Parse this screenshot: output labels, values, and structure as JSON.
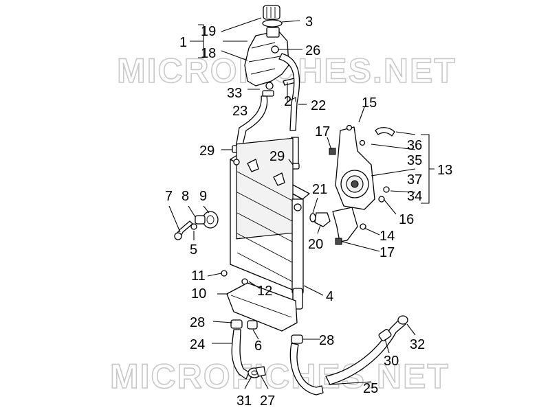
{
  "watermark": {
    "top": "MICROFICHES.NET",
    "bottom": "MICROFICHES.NET"
  },
  "labels": {
    "p1": "1",
    "p2": "2",
    "p3": "3",
    "p4": "4",
    "p5": "5",
    "p6": "6",
    "p7": "7",
    "p8": "8",
    "p9": "9",
    "p10": "10",
    "p11": "11",
    "p12": "12",
    "p13": "13",
    "p14": "14",
    "p15": "15",
    "p16": "16",
    "p17a": "17",
    "p17b": "17",
    "p18": "18",
    "p19": "19",
    "p20": "20",
    "p21": "21",
    "p22": "22",
    "p23": "23",
    "p24": "24",
    "p25": "25",
    "p26": "26",
    "p27": "27",
    "p28a": "28",
    "p28b": "28",
    "p29a": "29",
    "p29b": "29",
    "p30": "30",
    "p31": "31",
    "p32": "32",
    "p33": "33",
    "p34": "34",
    "p35": "35",
    "p36": "36",
    "p37": "37"
  }
}
